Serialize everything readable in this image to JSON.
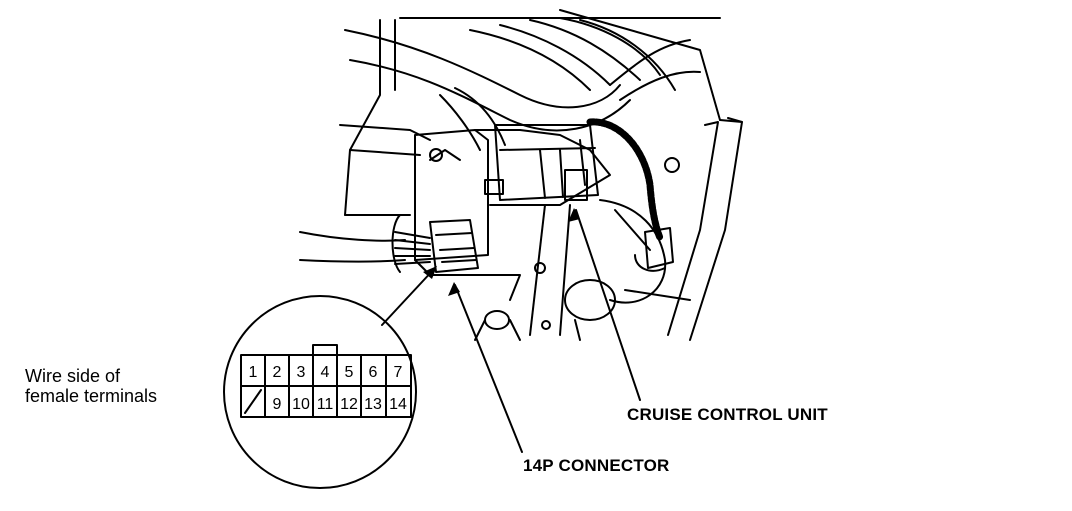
{
  "annotations": {
    "wire_side_line1": "Wire side of",
    "wire_side_line2": "female terminals",
    "cruise_control_unit": "CRUISE CONTROL UNIT",
    "connector_14p": "14P CONNECTOR"
  },
  "terminals": {
    "top_row": [
      "1",
      "2",
      "3",
      "4",
      "5",
      "6",
      "7"
    ],
    "bottom_row": [
      "",
      "9",
      "10",
      "11",
      "12",
      "13",
      "14"
    ]
  }
}
